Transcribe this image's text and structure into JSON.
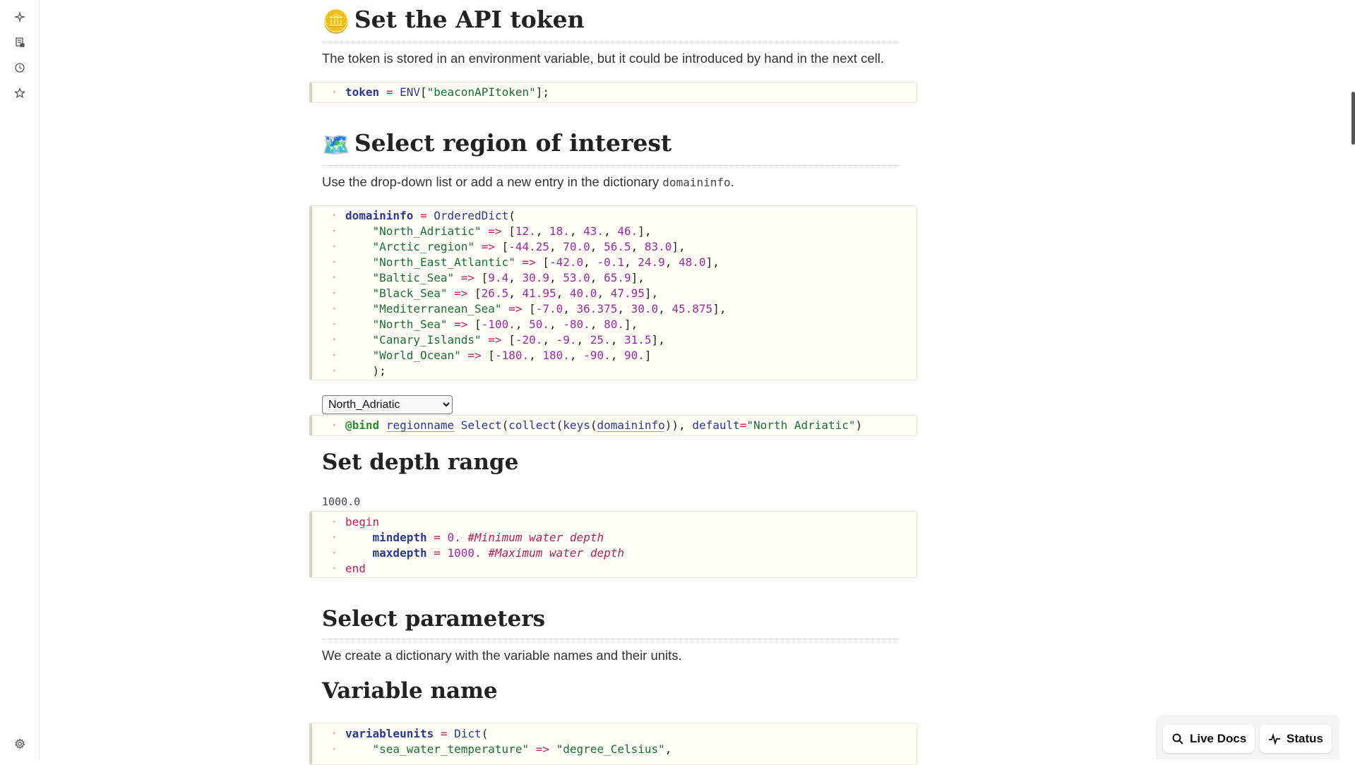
{
  "rail": {
    "icons": [
      "sparkle-icon",
      "notebook-icon",
      "history-icon",
      "star-icon",
      "settings-icon"
    ]
  },
  "sections": {
    "token": {
      "emoji": "🪙",
      "title": "Set the API token",
      "description": "The token is stored in an environment variable, but it could be introduced by hand in the next cell.",
      "code_var": "token",
      "code_fn": "ENV",
      "code_str": "\"beaconAPItoken\""
    },
    "region": {
      "emoji": "🗺️",
      "title": "Select region of interest",
      "description_prefix": "Use the drop-down list or add a new entry in the dictionary",
      "description_code": "domaininfo",
      "description_suffix": ".",
      "dict_var": "domaininfo",
      "dict_fn": "OrderedDict",
      "entries": [
        {
          "key": "\"North_Adriatic\"",
          "vals": [
            "12.",
            "18.",
            "43.",
            "46."
          ]
        },
        {
          "key": "\"Arctic_region\"",
          "vals": [
            "-44.25",
            "70.0",
            "56.5",
            "83.0"
          ]
        },
        {
          "key": "\"North_East_Atlantic\"",
          "vals": [
            "-42.0",
            "-0.1",
            "24.9",
            "48.0"
          ]
        },
        {
          "key": "\"Baltic_Sea\"",
          "vals": [
            "9.4",
            "30.9",
            "53.0",
            "65.9"
          ]
        },
        {
          "key": "\"Black_Sea\"",
          "vals": [
            "26.5",
            "41.95",
            "40.0",
            "47.95"
          ]
        },
        {
          "key": "\"Mediterranean_Sea\"",
          "vals": [
            "-7.0",
            "36.375",
            "30.0",
            "45.875"
          ]
        },
        {
          "key": "\"North_Sea\"",
          "vals": [
            "-100.",
            "50.",
            "-80.",
            "80."
          ]
        },
        {
          "key": "\"Canary_Islands\"",
          "vals": [
            "-20.",
            "-9.",
            "25.",
            "31.5"
          ]
        },
        {
          "key": "\"World_Ocean\"",
          "vals": [
            "-180.",
            "180.",
            "-90.",
            "90."
          ]
        }
      ],
      "select_value": "North_Adriatic",
      "bind_line": {
        "macro": "@bind",
        "var": "regionname",
        "fn": "Select",
        "collect": "collect",
        "keys": "keys",
        "arg": "domaininfo",
        "kw": "default",
        "default": "\"North Adriatic\""
      }
    },
    "depth": {
      "title": "Set depth range",
      "output": "1000.0",
      "begin": "begin",
      "end": "end",
      "min_var": "mindepth",
      "min_val": "0.",
      "min_comment": "#Minimum water depth",
      "max_var": "maxdepth",
      "max_val": "1000.",
      "max_comment": "#Maximum water depth"
    },
    "params": {
      "title": "Select parameters",
      "description": "We create a dictionary with the variable names and their units.",
      "subtitle": "Variable name",
      "dict_var": "variableunits",
      "dict_fn": "Dict",
      "first_key": "\"sea_water_temperature\"",
      "first_val": "\"degree_Celsius\""
    }
  },
  "footer": {
    "live_docs": "Live Docs",
    "status": "Status"
  }
}
